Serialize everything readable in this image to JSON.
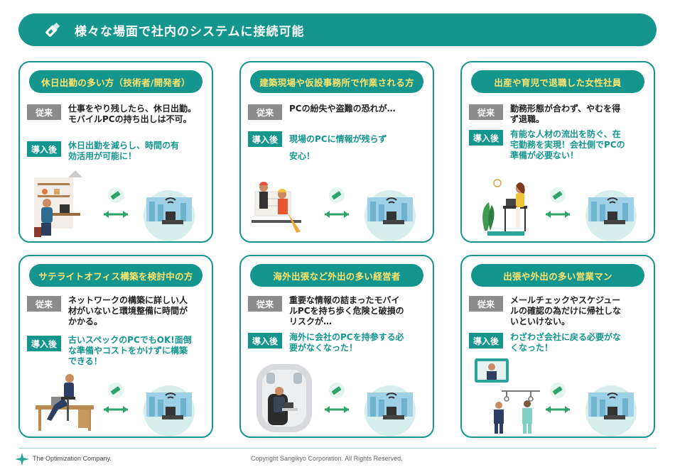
{
  "header": {
    "title": "様々な場面で社内のシステムに接続可能"
  },
  "labels": {
    "before": "従来",
    "after": "導入後"
  },
  "cards": [
    {
      "title": "休日出勤の多い方（技術者/開発者）",
      "before": [
        "仕事をやり残したら、休日出勤。",
        "モバイルPCの持ち出しは不可。"
      ],
      "after": [
        "休日出勤を減らし、時間の有",
        "効活用が可能に！"
      ]
    },
    {
      "title": "建築現場や仮設事務所で作業される方",
      "before": [
        "PCの紛失や盗難の恐れが…"
      ],
      "after": [
        "現場のPCに情報が残らず",
        "安心！"
      ]
    },
    {
      "title": "出産や育児で退職した女性社員",
      "before": [
        "勤務形態が合わず、やむを得",
        "ず退職。"
      ],
      "after": [
        "有能な人材の流出を防ぐ、在",
        "宅勤務を実現！会社側でPCの",
        "準備が必要ない！"
      ]
    },
    {
      "title": "サテライトオフィス構築を検討中の方",
      "before": [
        "ネットワークの構築に詳しい人",
        "材がいないと環境整備に時間が",
        "かかる。"
      ],
      "after": [
        "古いスペックのPCでもOK!面倒",
        "な準備やコストをかけずに構築",
        "できる！"
      ]
    },
    {
      "title": "海外出張など外出の多い経営者",
      "before": [
        "重要な情報の詰まったモバイ",
        "ルPCを持ち歩く危険と破損の",
        "リスクが…"
      ],
      "after": [
        "海外に会社のPCを持参する必",
        "要がなくなった！"
      ]
    },
    {
      "title": "出張や外出の多い営業マン",
      "before": [
        "メールチェックやスケジュー",
        "ルの確認の為だけに帰社しな",
        "いといけない。"
      ],
      "after": [
        "わざわざ会社に戻る必要がな",
        "くなった！"
      ]
    }
  ],
  "footer": {
    "company": "The Optimization Company.",
    "copyright": "Copyright Sangikyo Corporation. All Rights Reserved."
  },
  "colors": {
    "accent": "#14968f",
    "tag_gray": "#8c8c8c",
    "title_yellow": "#ffe46b"
  }
}
